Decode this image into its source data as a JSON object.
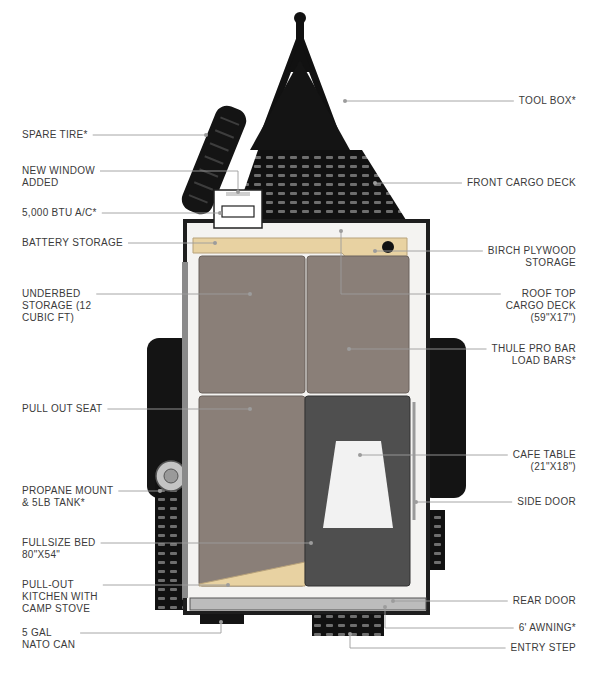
{
  "diagram": {
    "labels": [
      "SPARE TIRE*",
      "NEW WINDOW ADDED",
      "5,000 BTU A/C*",
      "BATTERY STORAGE",
      "UNDERBED STORAGE (12 CUBIC FT)",
      "PULL OUT SEAT",
      "PROPANE MOUNT & 5LB TANK*",
      "FULLSIZE BED 80\"X54\"",
      "PULL-OUT KITCHEN WITH CAMP STOVE",
      "5 GAL NATO CAN",
      "TOOL BOX*",
      "FRONT CARGO DECK",
      "BIRCH PLYWOOD STORAGE",
      "ROOF TOP CARGO DECK (59\"X17\")",
      "THULE PRO BAR LOAD BARS*",
      "CAFE TABLE (21\"X18\")",
      "SIDE DOOR",
      "REAR DOOR",
      "6' AWNING*",
      "ENTRY STEP"
    ]
  }
}
